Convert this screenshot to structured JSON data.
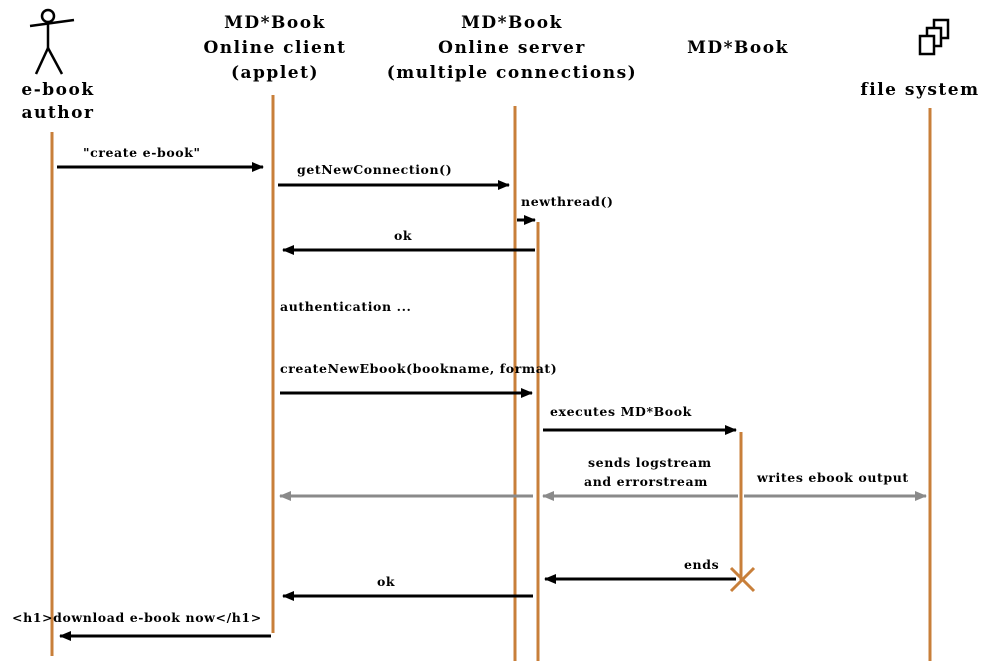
{
  "colors": {
    "lifeline": "#c87f3a",
    "message": "#000000",
    "async": "#8a8a8a"
  },
  "participants": {
    "author": {
      "line1": "e-book",
      "line2": "author",
      "icon": "stick-figure-icon"
    },
    "client": {
      "line1": "MD*Book",
      "line2": "Online client",
      "line3": "(applet)"
    },
    "server": {
      "line1": "MD*Book",
      "line2": "Online server",
      "line3": "(multiple connections)"
    },
    "mdbook": {
      "line1": "MD*Book"
    },
    "fs": {
      "line1": "file system",
      "icon": "stacked-files-icon"
    }
  },
  "messages": {
    "create": "\"create e-book\"",
    "getconn": "getNewConnection()",
    "newthread": "newthread()",
    "ok1": "ok",
    "auth": "authentication ...",
    "createnew": "createNewEbook(bookname, format)",
    "executes": "executes MD*Book",
    "sends1": "sends logstream",
    "sends2": "and errorstream",
    "writes": "writes ebook output",
    "ends": "ends",
    "ok2": "ok",
    "download": "<h1>download e-book now</h1>"
  }
}
